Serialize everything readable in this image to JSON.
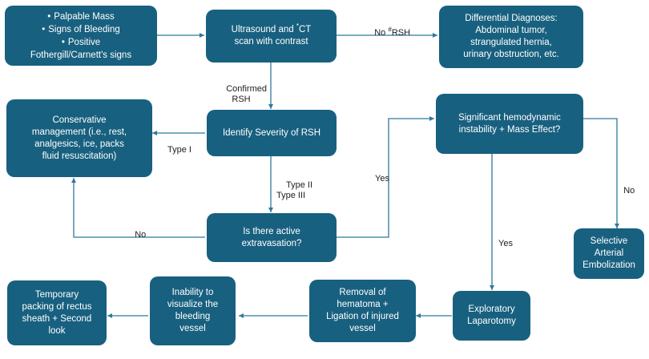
{
  "diagram": {
    "title": "Rectus Sheath Hematoma Management Algorithm",
    "accent_color": "#18607F",
    "edge_color": "#2E7A9C",
    "text_color": "#FFFFFF",
    "label_color": "#20201F",
    "background": "#FFFFFF"
  },
  "nodes": {
    "presentation": {
      "id": "presentation",
      "bullets": [
        "Palpable Mass",
        "Signs of Bleeding",
        "Positive"
      ],
      "extra_line": "Fothergill/Carnett's signs"
    },
    "imaging": {
      "id": "imaging",
      "line1_a": "Ultrasound and ",
      "line1_sup": "*",
      "line1_b": "CT",
      "line2": "scan with contrast"
    },
    "differential": {
      "id": "differential",
      "line1": "Differential Diagnoses:",
      "line2": "Abdominal tumor,",
      "line3": "strangulated hernia,",
      "line4": "urinary obstruction, etc."
    },
    "conservative": {
      "id": "conservative",
      "line1": "Conservative",
      "line2": "management (i.e., rest,",
      "line3": "analgesics, ice, packs",
      "line4": "fluid resuscitation)"
    },
    "severity": {
      "id": "severity",
      "label": "Identify Severity of RSH"
    },
    "hemodynamic": {
      "id": "hemodynamic",
      "line1": "Significant hemodynamic",
      "line2": "instability + Mass Effect?"
    },
    "extravasation": {
      "id": "extravasation",
      "line1": "Is there active",
      "line2": "extravasation?"
    },
    "embolization": {
      "id": "embolization",
      "line1": "Selective",
      "line2": "Arterial",
      "line3": "Embolization"
    },
    "laparotomy": {
      "id": "laparotomy",
      "line1": "Exploratory",
      "line2": "Laparotomy"
    },
    "removal": {
      "id": "removal",
      "line1": "Removal of",
      "line2": "hematoma +",
      "line3": "Ligation of injured",
      "line4": "vessel"
    },
    "inability": {
      "id": "inability",
      "line1": "Inability to",
      "line2": "visualize the",
      "line3": "bleeding",
      "line4": "vessel"
    },
    "packing": {
      "id": "packing",
      "line1": "Temporary",
      "line2": "packing of rectus",
      "line3": "sheath + Second",
      "line4": "look"
    }
  },
  "edge_labels": {
    "no_rsh_a": "No ",
    "no_rsh_sup": "#",
    "no_rsh_b": "RSH",
    "confirmed_line1": "Confirmed",
    "confirmed_line2": "RSH",
    "type_i": "Type I",
    "type_ii": "Type II",
    "type_iii": "Type III",
    "yes_extrav": "Yes",
    "no_extrav": "No",
    "yes_hemo": "Yes",
    "no_hemo": "No"
  }
}
